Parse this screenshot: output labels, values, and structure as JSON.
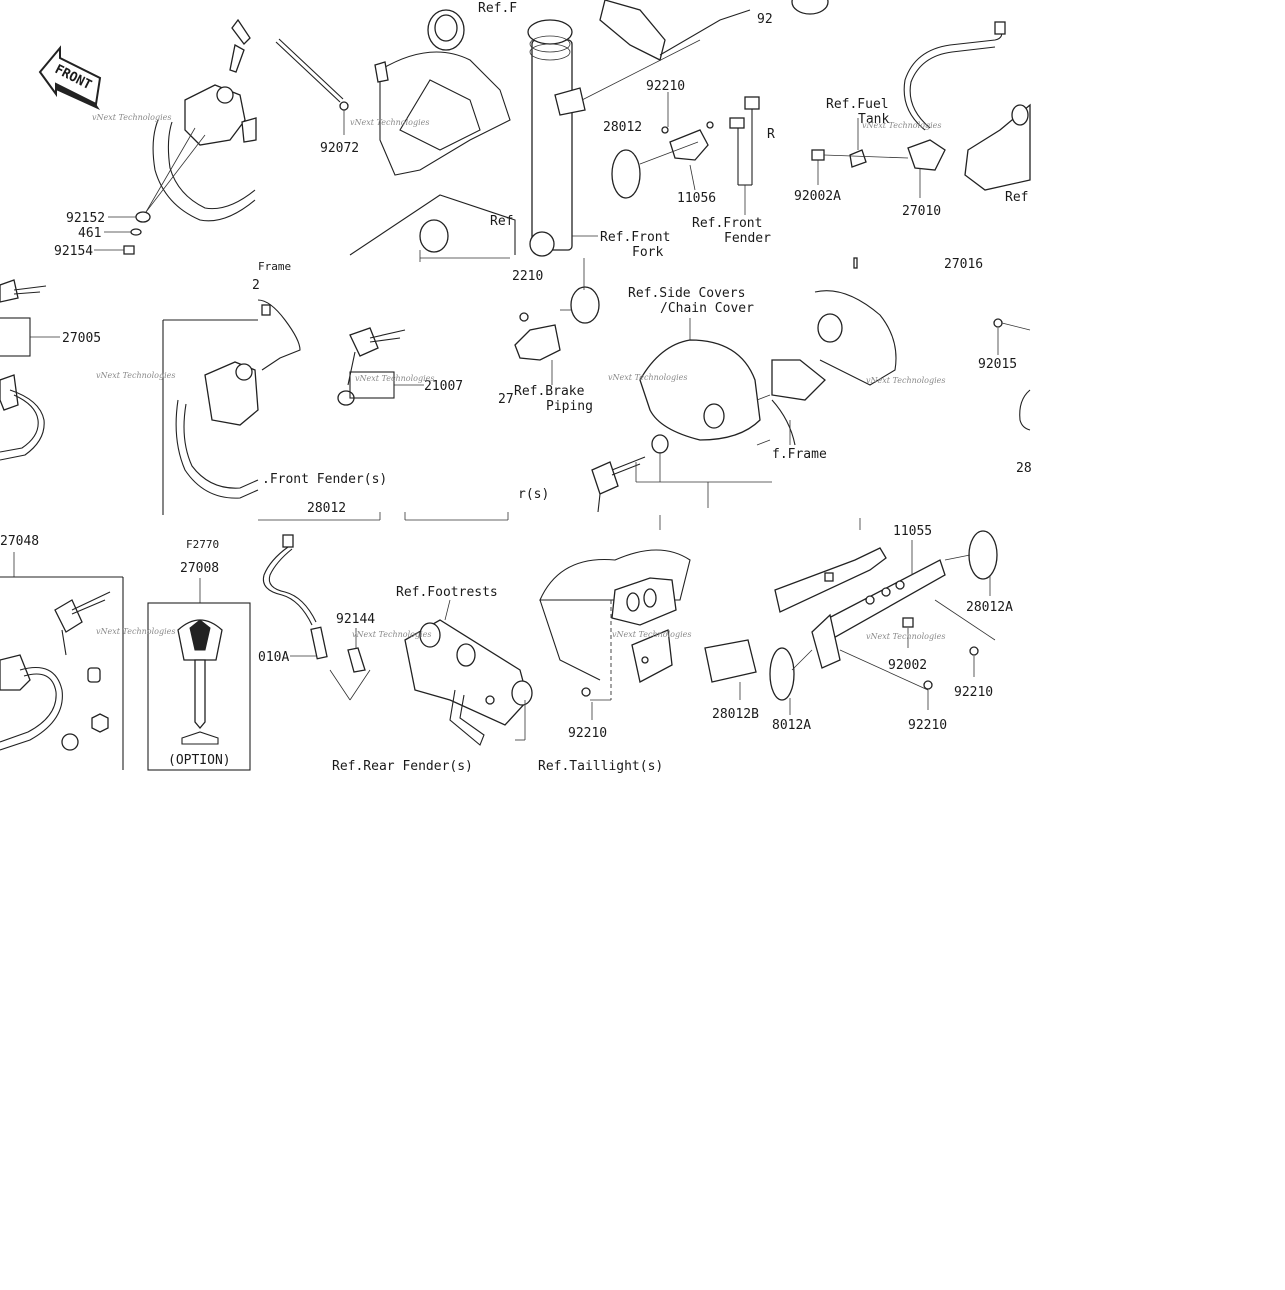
{
  "watermark": "vNext Technologies",
  "front_arrow": {
    "text": "FRONT"
  },
  "panel1": {
    "labels": {
      "p92152": "92152",
      "p461": "461",
      "p92154": "92154"
    }
  },
  "panel2": {
    "labels": {
      "p92072": "92072",
      "ref_f_top": "Ref.F",
      "ref_mid": "Ref"
    }
  },
  "panel3": {
    "labels": {
      "p92210": "92210",
      "p28012": "28012",
      "p11056": "11056",
      "ref_front_fork_1": "Ref.Front",
      "ref_front_fork_2": "Fork",
      "ref_front_fender_1": "Ref.Front",
      "ref_front_fender_2": "Fender",
      "p92_top": "92",
      "r_cut": "R"
    }
  },
  "panel4": {
    "labels": {
      "ref_fuel_1": "Ref.Fuel",
      "ref_fuel_2": "Tank",
      "p92002a": "92002A",
      "p27010": "27010",
      "ref_right": "Ref"
    }
  },
  "panel5": {
    "labels": {
      "p27005": "27005"
    }
  },
  "panel6": {
    "labels": {
      "frame": "Frame",
      "p21007": "21007",
      "front_fender": ".Front Fender(s)",
      "p28012": "28012",
      "cut_2": "2"
    }
  },
  "panel7": {
    "labels": {
      "p2210": "2210",
      "p27": "27",
      "ref_brake_1": "Ref.Brake",
      "ref_brake_2": "Piping",
      "ref_side_1": "Ref.Side Covers",
      "ref_side_2": "/Chain Cover",
      "cut_s": "r(s)"
    }
  },
  "panel8": {
    "labels": {
      "p27016": "27016",
      "p92015": "92015",
      "frame": "f.Frame",
      "p28": "28"
    }
  },
  "panel9": {
    "labels": {
      "p27048": "27048",
      "f2770": "F2770",
      "p27008": "27008",
      "option": "(OPTION)"
    }
  },
  "panel10": {
    "labels": {
      "p010a": "010A",
      "p92144": "92144",
      "ref_footrests": "Ref.Footrests",
      "ref_rear_fender": "Ref.Rear Fender(s)"
    }
  },
  "panel11": {
    "labels": {
      "p92210": "92210",
      "p28012b": "28012B",
      "ref_taillight": "Ref.Taillight(s)"
    }
  },
  "panel12": {
    "labels": {
      "p11055": "11055",
      "p28012a_r": "28012A",
      "p92002": "92002",
      "p92210_r": "92210",
      "p92210_b": "92210",
      "p8012a": "8012A"
    }
  }
}
